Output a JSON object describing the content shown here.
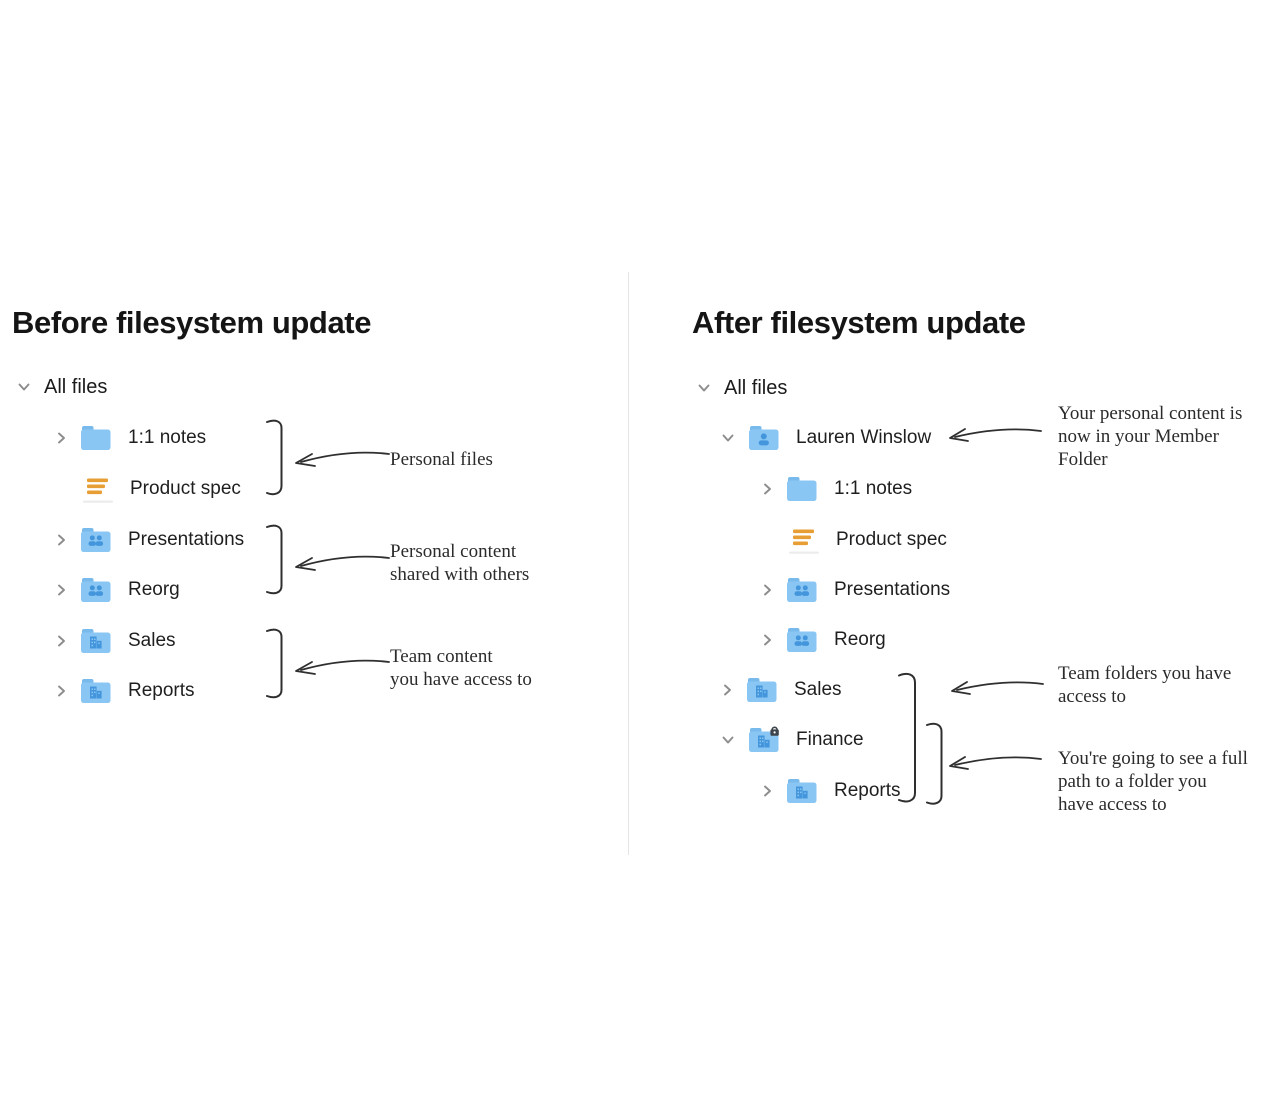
{
  "page": {
    "divider_color": "#e5e5e5",
    "background": "#ffffff",
    "ink_color": "#2f2f2f"
  },
  "colors": {
    "folder_body": "#8ac6f3",
    "folder_tab": "#79baec",
    "folder_glyph": "#4496dc",
    "doc_orange": "#e79f35",
    "doc_underline": "#ececec",
    "chevron_gray": "#8c8c8c",
    "lock_badge": "#3e444b"
  },
  "before": {
    "title": "Before filesystem update",
    "root_label": "All files",
    "items": [
      {
        "label": "1:1 notes",
        "icon": "folder-icon",
        "chevron": "right"
      },
      {
        "label": "Product spec",
        "icon": "paper-doc-icon",
        "chevron": "none"
      },
      {
        "label": "Presentations",
        "icon": "shared-folder-icon",
        "chevron": "right"
      },
      {
        "label": "Reorg",
        "icon": "shared-folder-icon",
        "chevron": "right"
      },
      {
        "label": "Sales",
        "icon": "team-folder-icon",
        "chevron": "right"
      },
      {
        "label": "Reports",
        "icon": "team-folder-icon",
        "chevron": "right"
      }
    ],
    "annotations": [
      {
        "lines": [
          "Personal files"
        ]
      },
      {
        "lines": [
          "Personal content",
          "shared with others"
        ]
      },
      {
        "lines": [
          "Team content",
          "you have access to"
        ]
      }
    ]
  },
  "after": {
    "title": "After filesystem update",
    "root_label": "All files",
    "items": [
      {
        "label": "Lauren Winslow",
        "icon": "member-folder-icon",
        "chevron": "down"
      },
      {
        "label": "1:1 notes",
        "icon": "folder-icon",
        "chevron": "right"
      },
      {
        "label": "Product spec",
        "icon": "paper-doc-icon",
        "chevron": "none"
      },
      {
        "label": "Presentations",
        "icon": "shared-folder-icon",
        "chevron": "right"
      },
      {
        "label": "Reorg",
        "icon": "shared-folder-icon",
        "chevron": "right"
      },
      {
        "label": "Sales",
        "icon": "team-folder-icon",
        "chevron": "right"
      },
      {
        "label": "Finance",
        "icon": "locked-team-folder-icon",
        "chevron": "down"
      },
      {
        "label": "Reports",
        "icon": "team-folder-icon",
        "chevron": "right"
      }
    ],
    "annotations": [
      {
        "lines": [
          "Your personal content is",
          "now in your Member",
          "Folder"
        ]
      },
      {
        "lines": [
          "Team folders you have",
          "access to"
        ]
      },
      {
        "lines": [
          "You're going to see a full",
          "path to a folder you",
          "have access to"
        ]
      }
    ]
  }
}
